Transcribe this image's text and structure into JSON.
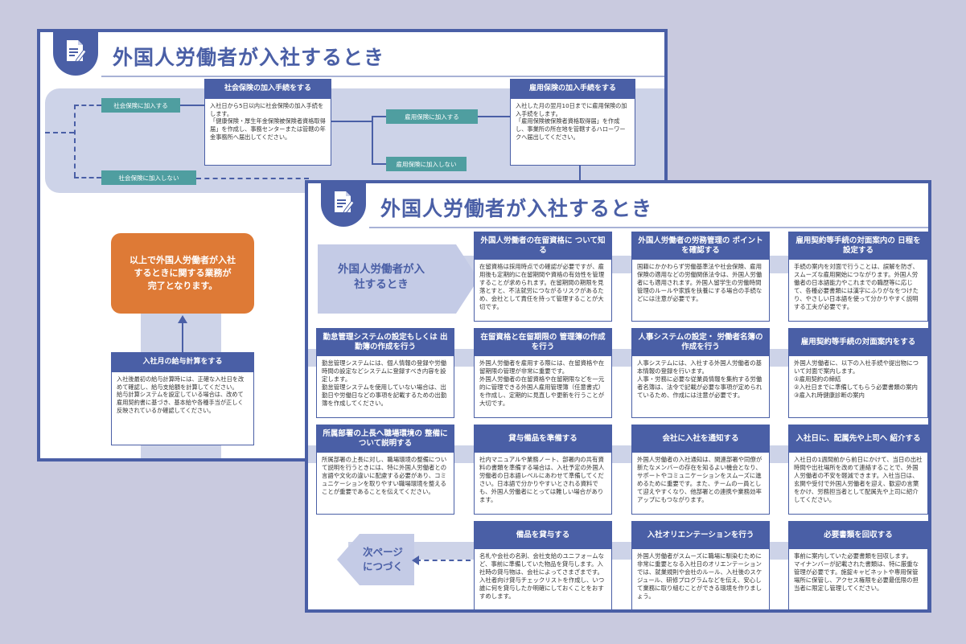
{
  "back_page": {
    "title": "外国人労働者が入社するとき",
    "tag_insure_yes": "社会保険に加入する",
    "tag_insure_no": "社会保険に加入しない",
    "tag_emp_yes": "雇用保険に加入する",
    "tag_emp_no": "雇用保険に加入しない",
    "social_insurance": {
      "title": "社会保険の加入手続をする",
      "body": "入社日から5日以内に社会保険の加入手続をします。\n「健康保険・厚生年金保険被保険者資格取得届」を作成し、事務センターまたは管轄の年金事務所へ届出してください。"
    },
    "employment_insurance": {
      "title": "雇用保険の加入手続をする",
      "body": "入社した月の翌月10日までに雇用保険の加入手続をします。\n「雇用保険被保険者資格取得届」を作成し、事業所の所在地を管轄するハローワークへ届出してください。"
    },
    "completion": "以上で外国人労働者が入社\nするときに関する業務が\n完了となります。",
    "payroll": {
      "title": "入社月の給与計算をする",
      "body": "入社後最初の給与計算時には、正確な入社日を改めて確認し、給与支給額を計算してください。\n給与計算システムを設定している場合は、改めて雇用契約書に基づき、基本給や各種手当が正しく反映されているか確認してください。"
    }
  },
  "front_page": {
    "title": "外国人労働者が入社するとき",
    "start_label": "外国人労働者が入\n社するとき",
    "next_label": "次ページ\nにつづく",
    "steps": [
      {
        "title": "外国人労働者の在留資格に\nついて知る",
        "body": "在留資格は採用時点での確認が必要ですが、雇用後も定期的に在留期間や資格の有効性を管理することが求められます。在留期間の期限を見落とすと、不法就労につながるリスクがあるため、会社として責任を持って管理することが大切です。"
      },
      {
        "title": "外国人労働者の労務管理の\nポイントを確認する",
        "body": "国籍にかかわらず労働基準法や社会保険、雇用保険の適用などの労働関係法令は、外国人労働者にも適用されます。外国人留学生の労働時間管理のルールや家族を扶養にする場合の手続などには注意が必要です。"
      },
      {
        "title": "雇用契約等手続の対面案内の\n日程を設定する",
        "body": "手続の案内を対面で行うことは、誤解を防ぎ、スムーズな雇用開始につながります。外国人労働者の日本語能力やこれまでの職歴等に応じて、各種必要書類には漢字にふりがなをつけたり、やさしい日本語を使って分かりやすく説明する工夫が必要です。"
      },
      {
        "title": "勤怠管理システムの設定もしくは\n出勤簿の作成を行う",
        "body": "勤怠管理システムには、個人情報の登録や労働時間の設定などシステムに登録すべき内容を設定します。\n勤怠管理システムを使用していない場合は、出勤日や労働日などの事項を記載するための出勤簿を作成してください。"
      },
      {
        "title": "在留資格と在留期限の\n管理簿の作成を行う",
        "body": "外国人労働者を雇用する際には、在留資格や在留期限の管理が非常に重要です。\n外国人労働者の在留資格や在留期限などを一元的に管理できる外国人雇用管理簿（任意書式）を作成し、定期的に見直しや更新を行うことが大切です。"
      },
      {
        "title": "人事システムの設定・\n労働者名簿の作成を行う",
        "body": "人事システムには、入社する外国人労働者の基本情報の登録を行います。\n人事・労務に必要な従業員情報を集約する労働者名簿は、法令で記載が必要な事項が定められているため、作成には注意が必要です。"
      },
      {
        "title": "雇用契約等手続の対面案内をする",
        "body": "外国人労働者に、以下の入社手続や提出物について対面で案内します。\n①雇用契約の締結\n②入社日までに準備してもらう必要書類の案内\n③雇入れ時健康診断の案内"
      },
      {
        "title": "所属部署の上長へ職場環境の\n整備について説明する",
        "body": "所属部署の上長に対し、職場環境の整備について説明を行うときには、特に外国人労働者との言語や文化の違いに配慮する必要があり、コミュニケーションを取りやすい職場環境を整えることが重要であることを伝えてください。"
      },
      {
        "title": "貸与備品を準備する",
        "body": "社内マニュアルや業務ノート、部署内の共有資料の書類を準備する場合は、入社予定の外国人労働者の日本語レベルにあわせて準備してください。日本語で分かりやすいとされる資料でも、外国人労働者にとっては難しい場合があります。"
      },
      {
        "title": "会社に入社を通知する",
        "body": "外国人労働者の入社通知は、関連部署や同僚が新たなメンバーの存在を知るよい機会となり、サポートやコミュニケーションをスムーズに進めるために重要です。また、チームの一員として迎えやすくなり、他部署との連携や業務効率アップにもつながります。"
      },
      {
        "title": "入社日に、配属先や上司へ\n紹介する",
        "body": "入社日の1週間前から前日にかけて、当日の出社時間や出社場所を改めて連絡することで、外国人労働者の不安を軽減できます。入社当日は、玄関や受付で外国人労働者を迎え、歓迎の言葉をかけ、労務担当者として配属先や上司に紹介してください。"
      },
      {
        "title": "備品を貸与する",
        "body": "名札や会社の名刺、会社支給のユニフォームなど、事前に準備していた物品を貸与します。入社時の貸与物は、会社によってさまざまです。入社者向け貸与チェックリストを作成し、いつ誰に何を貸与したか明確にしておくことをおすすめします。"
      },
      {
        "title": "入社オリエンテーションを行う",
        "body": "外国人労働者がスムーズに職場に馴染むために非常に重要となる入社日のオリエンテーションでは、就業規則や会社のルール、入社後のスケジュール、研修プログラムなどを伝え、安心して業務に取り組むことができる環境を作りましょう。"
      },
      {
        "title": "必要書類を回収する",
        "body": "事前に案内していた必要書類を回収します。\nマイナンバーが記載された書類は、特に厳重な管理が必要です。施錠キャビネットや専用保管場所に保管し、アクセス権限を必要最低限の担当者に限定し管理してください。"
      }
    ]
  },
  "colors": {
    "primary": "#4a5fa6",
    "band": "#cdd3e8",
    "teal": "#4f9ea0",
    "orange": "#de7a36",
    "background": "#c9cadf"
  }
}
